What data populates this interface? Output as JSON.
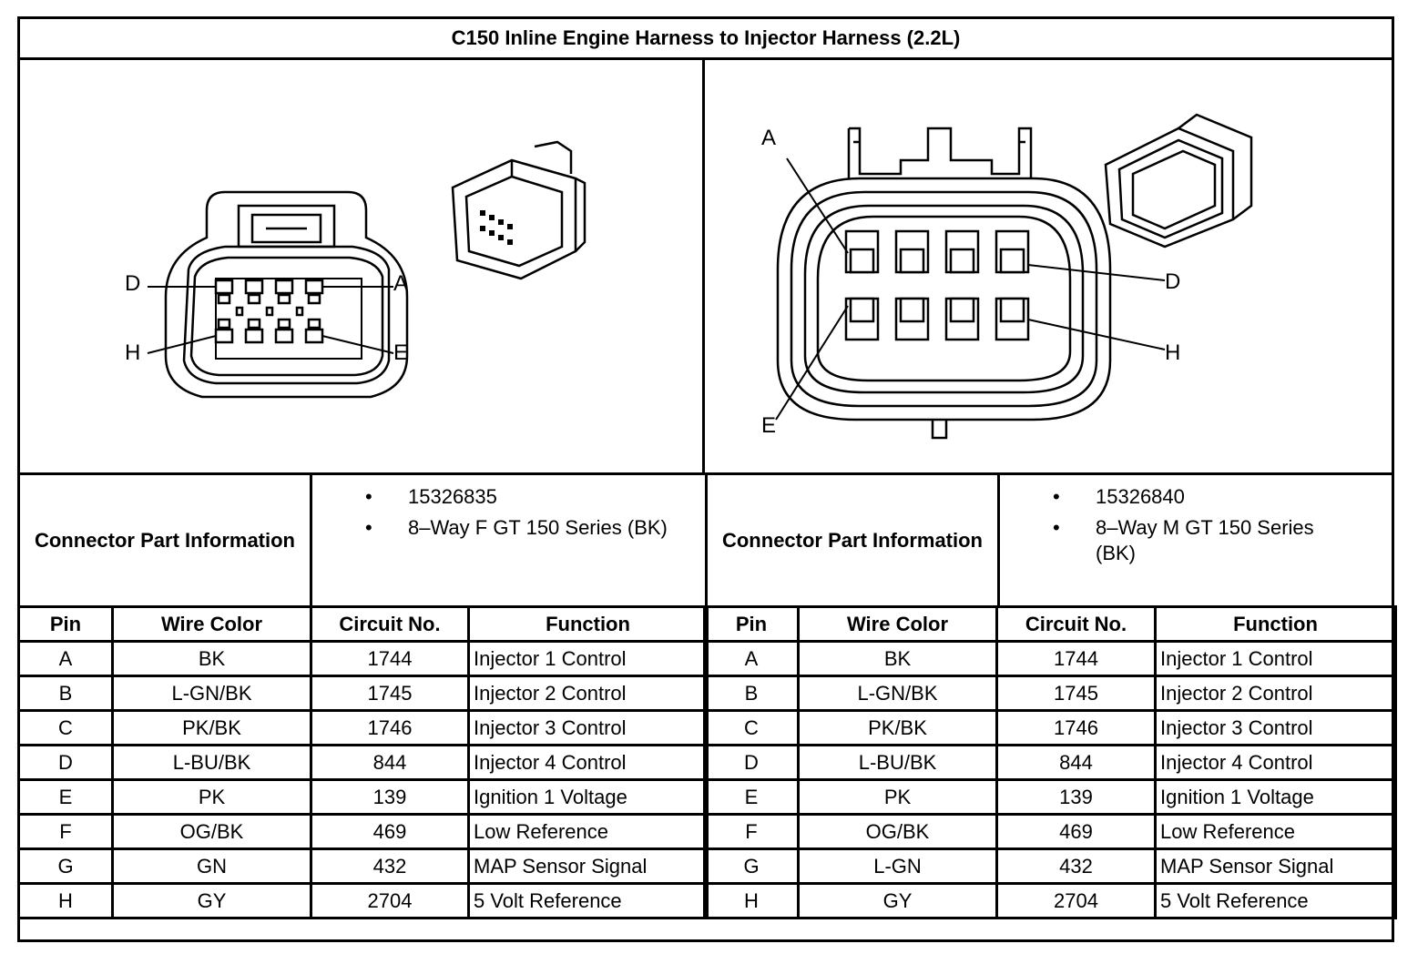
{
  "title": "C150 Inline Engine Harness to Injector Harness (2.2L)",
  "left": {
    "part_label": "Connector Part Information",
    "part_items": [
      "15326835",
      "8–Way F GT 150 Series (BK)"
    ],
    "callouts": {
      "d": "D",
      "a": "A",
      "h": "H",
      "e": "E"
    }
  },
  "right": {
    "part_label": "Connector Part Information",
    "part_items": [
      "15326840",
      "8–Way M GT 150 Series (BK)"
    ],
    "callouts": {
      "a": "A",
      "d": "D",
      "h": "H",
      "e": "E"
    }
  },
  "table_headers": [
    "Pin",
    "Wire Color",
    "Circuit No.",
    "Function"
  ],
  "left_rows": [
    [
      "A",
      "BK",
      "1744",
      "Injector 1 Control"
    ],
    [
      "B",
      "L-GN/BK",
      "1745",
      "Injector 2 Control"
    ],
    [
      "C",
      "PK/BK",
      "1746",
      "Injector 3 Control"
    ],
    [
      "D",
      "L-BU/BK",
      "844",
      "Injector 4 Control"
    ],
    [
      "E",
      "PK",
      "139",
      "Ignition 1 Voltage"
    ],
    [
      "F",
      "OG/BK",
      "469",
      "Low Reference"
    ],
    [
      "G",
      "GN",
      "432",
      "MAP Sensor Signal"
    ],
    [
      "H",
      "GY",
      "2704",
      "5 Volt Reference"
    ]
  ],
  "right_rows": [
    [
      "A",
      "BK",
      "1744",
      "Injector 1 Control"
    ],
    [
      "B",
      "L-GN/BK",
      "1745",
      "Injector 2 Control"
    ],
    [
      "C",
      "PK/BK",
      "1746",
      "Injector 3 Control"
    ],
    [
      "D",
      "L-BU/BK",
      "844",
      "Injector 4 Control"
    ],
    [
      "E",
      "PK",
      "139",
      "Ignition 1 Voltage"
    ],
    [
      "F",
      "OG/BK",
      "469",
      "Low Reference"
    ],
    [
      "G",
      "L-GN",
      "432",
      "MAP Sensor Signal"
    ],
    [
      "H",
      "GY",
      "2704",
      "5 Volt Reference"
    ]
  ]
}
